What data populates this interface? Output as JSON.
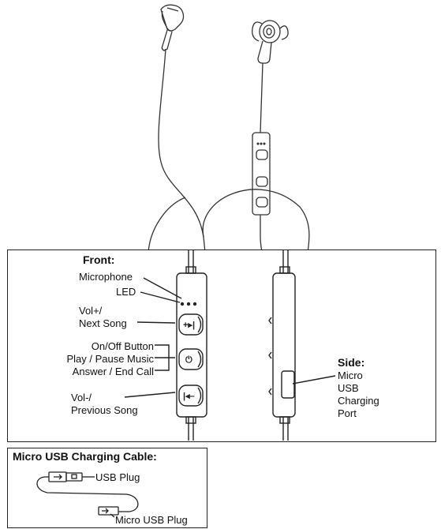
{
  "front": {
    "title": "Front:",
    "microphone": "Microphone",
    "led": "LED",
    "vol_up_line1": "Vol+/",
    "vol_up_line2": "Next Song",
    "power_line1": "On/Off Button",
    "power_line2": "Play / Pause Music",
    "power_line3": "Answer / End Call",
    "vol_down_line1": "Vol-/",
    "vol_down_line2": "Previous Song"
  },
  "side": {
    "title": "Side:",
    "line1": "Micro",
    "line2": "USB",
    "line3": "Charging",
    "line4": "Port"
  },
  "cable": {
    "title": "Micro USB Charging Cable:",
    "usb_plug": "USB Plug",
    "micro_usb_plug": "Micro USB Plug"
  },
  "colors": {
    "stroke": "#222222",
    "background": "#ffffff"
  },
  "icons": [
    "earbud-left-icon",
    "earbud-right-icon",
    "remote-control-icon",
    "usb-plug-icon",
    "micro-usb-plug-icon"
  ]
}
